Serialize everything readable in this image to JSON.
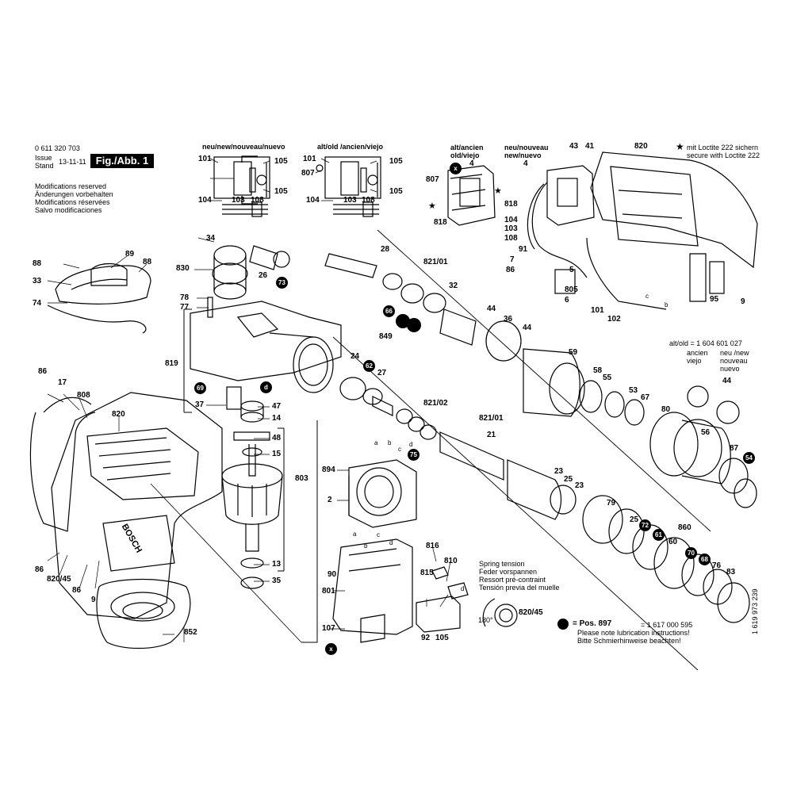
{
  "header": {
    "part_number": "0 611 320 703",
    "issue_label": "Issue",
    "stand_label": "Stand",
    "issue_date": "13-11-11",
    "figure_label": "Fig./Abb. 1",
    "notes": [
      "Modifications reserved",
      "Änderungen vorbehalten",
      "Modifications réservées",
      "Salvo modificaciones"
    ]
  },
  "insets": {
    "new_title": "neu/new/nouveau/nuevo",
    "old_title": "alt/old /ancien/viejo",
    "switch_old_title": [
      "alt/ancien",
      "old/viejo"
    ],
    "switch_new_title": [
      "neu/nouveau",
      "new/nuevo"
    ],
    "loctite": [
      "mit Loctite 222 sichern",
      "secure with Loctite 222"
    ],
    "alt_old_ref": "alt/old = 1 604 601 027",
    "ancien_viejo": [
      "ancien",
      "viejo"
    ],
    "neu_nouveau_nuevo": [
      "neu /new",
      "nouveau",
      "nuevo"
    ]
  },
  "spring": [
    "Spring tension",
    "Feder vorspannen",
    "Ressort pré-contraint",
    "Tensión previa del muelle"
  ],
  "spring_angle": "180°",
  "lubrication": {
    "pos": "= Pos. 897",
    "number": "= 1 617 000 595",
    "lines": [
      "Please note lubrication instructions!",
      "Bitte Schmierhinweise beachten!"
    ]
  },
  "doc_number": "1 619 973 239",
  "brand_text": "BOSCH",
  "part_labels": [
    "101",
    "105",
    "104",
    "103",
    "108",
    "105",
    "101",
    "807",
    "105",
    "104",
    "103",
    "108",
    "105",
    "807",
    "4",
    "818",
    "43",
    "41",
    "820",
    "4",
    "818",
    "104",
    "103",
    "108",
    "91",
    "7",
    "86",
    "5",
    "805",
    "6",
    "101",
    "102",
    "95",
    "9",
    "34",
    "89",
    "88",
    "88",
    "830",
    "26",
    "33",
    "74",
    "78",
    "77",
    "28",
    "821/01",
    "32",
    "849",
    "44",
    "36",
    "44",
    "59",
    "819",
    "37",
    "47",
    "14",
    "48",
    "15",
    "24",
    "27",
    "821/02",
    "821/01",
    "21",
    "58",
    "55",
    "53",
    "67",
    "44",
    "80",
    "86",
    "17",
    "808",
    "820",
    "803",
    "894",
    "2",
    "23",
    "25",
    "23",
    "79",
    "56",
    "87",
    "25",
    "860",
    "83",
    "76",
    "60",
    "86",
    "820/45",
    "86",
    "9",
    "13",
    "35",
    "90",
    "801",
    "816",
    "810",
    "815",
    "92",
    "105",
    "107",
    "852"
  ],
  "circle_labels": [
    "73",
    "66",
    "69",
    "62",
    "75",
    "72",
    "61",
    "70",
    "68",
    "54",
    "x",
    "x",
    "d"
  ],
  "letter_markers": [
    "a",
    "b",
    "c",
    "d",
    "a",
    "b",
    "c",
    "d",
    "d",
    "c",
    "b"
  ]
}
